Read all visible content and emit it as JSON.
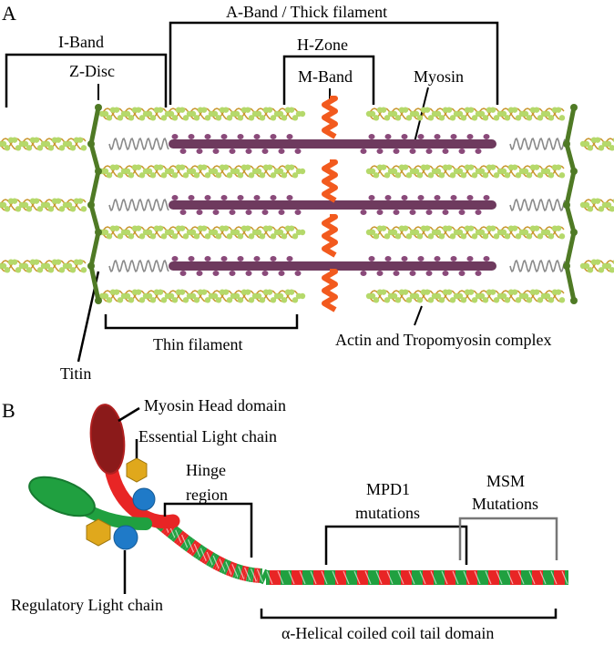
{
  "panel_a": {
    "letter": "A",
    "labels": {
      "a_band": "A-Band / Thick filament",
      "i_band": "I-Band",
      "h_zone": "H-Zone",
      "z_disc": "Z-Disc",
      "m_band": "M-Band",
      "myosin": "Myosin",
      "thin_filament": "Thin filament",
      "actin_tropomyosin": "Actin and Tropomyosin complex",
      "titin": "Titin"
    }
  },
  "panel_b": {
    "letter": "B",
    "labels": {
      "myosin_head": "Myosin Head domain",
      "essential_lc": "Essential Light chain",
      "hinge_1": "Hinge",
      "hinge_2": "region",
      "mpd1_1": "MPD1",
      "mpd1_2": "mutations",
      "msm_1": "MSM",
      "msm_2": "Mutations",
      "regulatory_lc": "Regulatory Light chain",
      "tail_domain": "α-Helical coiled coil tail domain"
    }
  },
  "colors": {
    "actin_light": "#b5d96b",
    "actin_dark": "#c9962e",
    "z_disc": "#4f7a25",
    "myosin": "#6e3a5e",
    "myosin_head": "#8a4a7a",
    "m_band": "#f25a1e",
    "titin": "#8a8a8a",
    "heavy_red": "#e82525",
    "heavy_green": "#20a040",
    "head_dark": "#8b1a1a",
    "light_chain_gold": "#e0a81c",
    "light_chain_blue": "#1f7ac8",
    "bracket": "#000000",
    "bracket_grey": "#777777"
  }
}
